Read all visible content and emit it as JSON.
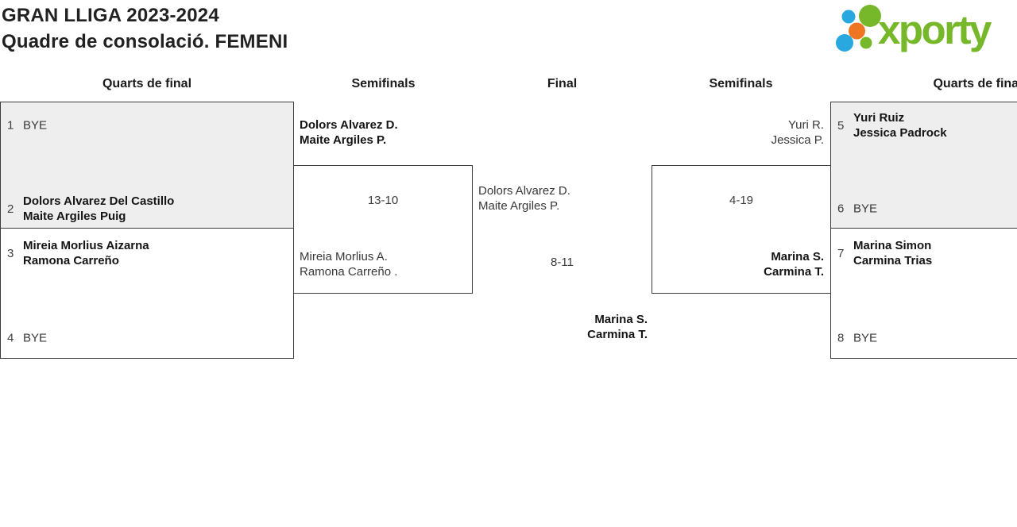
{
  "title": {
    "line1": "GRAN LLIGA 2023-2024",
    "line2": "Quadre de consolació. FEMENI"
  },
  "logo": {
    "brand": "xporty",
    "green": "#76b82a",
    "blue": "#29a8e0",
    "orange": "#ee7623"
  },
  "colors": {
    "box_shaded": "#eeeeee",
    "box_border": "#3d3d3d"
  },
  "headers": {
    "qf_left": "Quarts de final",
    "sf_left": "Semifinals",
    "final": "Final",
    "sf_right": "Semifinals",
    "qf_right": "Quarts de final"
  },
  "qf_left": {
    "m1": {
      "e1": {
        "seed": "1",
        "line1": "BYE"
      },
      "e2": {
        "seed": "2",
        "line1": "Dolors Alvarez Del Castillo",
        "line2": "Maite Argiles Puig"
      }
    },
    "m2": {
      "e1": {
        "seed": "3",
        "line1": "Mireia Morlius Aizarna",
        "line2": "Ramona Carreño"
      },
      "e2": {
        "seed": "4",
        "line1": "BYE"
      }
    }
  },
  "sf_left": {
    "winner_line1": "Dolors Alvarez D.",
    "winner_line2": "Maite Argiles P.",
    "score": "13-10",
    "loser_line1": "Mireia Morlius A.",
    "loser_line2": "Ramona Carreño ."
  },
  "final": {
    "team1_line1": "Dolors Alvarez D.",
    "team1_line2": "Maite Argiles P.",
    "score": "8-11",
    "team2_line1": "Marina S.",
    "team2_line2": "Carmina T."
  },
  "sf_right": {
    "loser_line1": "Yuri R.",
    "loser_line2": "Jessica P.",
    "score": "4-19",
    "winner_line1": "Marina S.",
    "winner_line2": "Carmina T."
  },
  "qf_right": {
    "m1": {
      "e1": {
        "seed": "5",
        "line1": "Yuri Ruiz",
        "line2": "Jessica Padrock"
      },
      "e2": {
        "seed": "6",
        "line1": "BYE"
      }
    },
    "m2": {
      "e1": {
        "seed": "7",
        "line1": "Marina Simon",
        "line2": "Carmina Trias"
      },
      "e2": {
        "seed": "8",
        "line1": "BYE"
      }
    }
  }
}
